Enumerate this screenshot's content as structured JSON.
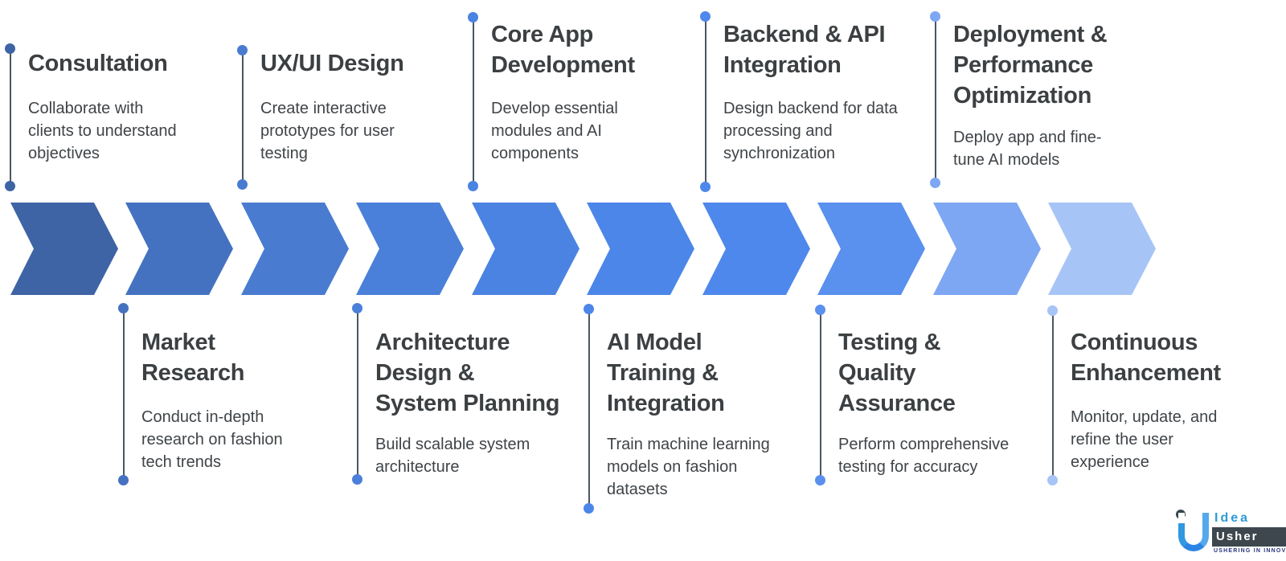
{
  "diagram": {
    "background": "#ffffff",
    "stem_color": "#4a5763",
    "heading_color": "#3c4043",
    "body_text_color": "#3f4448"
  },
  "chevrons": {
    "count": 10,
    "direction": "right",
    "colors": [
      "#3e64a6",
      "#4572c0",
      "#497cd0",
      "#4a80d9",
      "#4b83e2",
      "#4c86e9",
      "#4f88ec",
      "#5a90ee",
      "#7da7f2",
      "#a7c4f6"
    ]
  },
  "steps": [
    {
      "id": "consultation",
      "position": "top",
      "title": "Consultation",
      "description": "Collaborate with\nclients to understand\nobjectives",
      "accent": "#3e64a6"
    },
    {
      "id": "market-research",
      "position": "bottom",
      "title": "Market\nResearch",
      "description": "Conduct in-depth\nresearch on fashion\ntech trends",
      "accent": "#4572c0"
    },
    {
      "id": "ux-ui-design",
      "position": "top",
      "title": "UX/UI Design",
      "description": "Create interactive\nprototypes for user\ntesting",
      "accent": "#497cd0"
    },
    {
      "id": "architecture-design-system-planning",
      "position": "bottom",
      "title": "Architecture\nDesign &\nSystem Planning",
      "description": "Build scalable system\narchitecture",
      "accent": "#4a80d9"
    },
    {
      "id": "core-app-development",
      "position": "top",
      "title": "Core App\nDevelopment",
      "description": "Develop essential\nmodules and AI\ncomponents",
      "accent": "#4b83e2"
    },
    {
      "id": "ai-model-training-integration",
      "position": "bottom",
      "title": "AI Model\nTraining &\nIntegration",
      "description": "Train machine learning\nmodels on fashion\ndatasets",
      "accent": "#4c86e9"
    },
    {
      "id": "backend-api-integration",
      "position": "top",
      "title": "Backend & API\nIntegration",
      "description": "Design backend for data\nprocessing and\nsynchronization",
      "accent": "#4f88ec"
    },
    {
      "id": "testing-quality-assurance",
      "position": "bottom",
      "title": "Testing &\nQuality\nAssurance",
      "description": "Perform comprehensive\ntesting for accuracy",
      "accent": "#5a90ee"
    },
    {
      "id": "deployment-performance-optimization",
      "position": "top",
      "title": "Deployment &\nPerformance\nOptimization",
      "description": "Deploy app and fine-\ntune AI models",
      "accent": "#7da7f2"
    },
    {
      "id": "continuous-enhancement",
      "position": "bottom",
      "title": "Continuous\nEnhancement",
      "description": "Monitor, update, and\nrefine the user\nexperience",
      "accent": "#a7c4f6"
    }
  ],
  "logo": {
    "brand_top": "Idea",
    "brand_bottom": "Usher",
    "tagline": "USHERING IN INNOVATION",
    "colors": {
      "mark_dark": "#37474f",
      "mark_blue": "#2f98e0",
      "idea_text": "#2e9ad8",
      "bar_bg": "#3e474e",
      "tagline_text": "#26337e"
    }
  }
}
